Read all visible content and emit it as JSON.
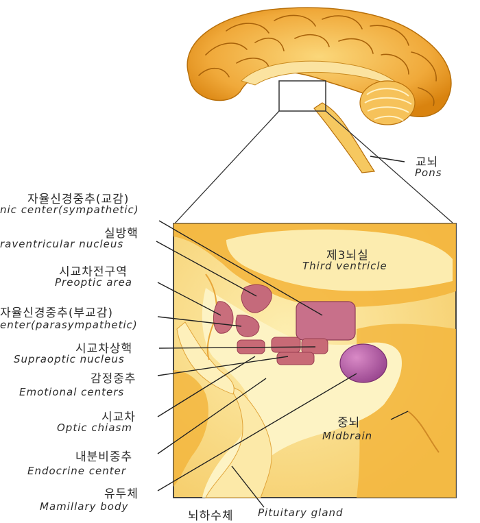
{
  "title": "",
  "labels": {
    "pons": {
      "ko": "교뇌",
      "en": "Pons"
    },
    "autonomic_sympathetic": {
      "ko": "자율신경중추(교감)",
      "en": "nic center(sympathetic)"
    },
    "paraventricular": {
      "ko": "실방핵",
      "en": "raventricular nucleus"
    },
    "preoptic": {
      "ko": "시교차전구역",
      "en": "Preoptic area"
    },
    "autonomic_parasympathetic": {
      "ko": "자율신경중추(부교감)",
      "en": "enter(parasympathetic)"
    },
    "supraoptic": {
      "ko": "시교차상핵",
      "en": "Supraoptic nucleus"
    },
    "emotional": {
      "ko": "감정중추",
      "en": "Emotional centers"
    },
    "optic_chiasm": {
      "ko": "시교차",
      "en": "Optic chiasm"
    },
    "endocrine": {
      "ko": "내분비중추",
      "en": "Endocrine center"
    },
    "mamillary": {
      "ko": "유두체",
      "en": "Mamillary body"
    },
    "pituitary": {
      "ko": "뇌하수체",
      "en": "Pituitary gland"
    },
    "third_ventricle": {
      "ko": "제3뇌실",
      "en": "Third ventricle"
    },
    "midbrain": {
      "ko": "중뇌",
      "en": "Midbrain"
    }
  },
  "colors": {
    "brain_outer": "#e89a1c",
    "brain_light": "#f6c25a",
    "brain_pale": "#f9dd8a",
    "tissue_cream": "#fbeaa6",
    "tissue_pale": "#fdf3c4",
    "nucleus_pink": "#c86a78",
    "nucleus_purple": "#a855a0",
    "line": "#333333"
  }
}
